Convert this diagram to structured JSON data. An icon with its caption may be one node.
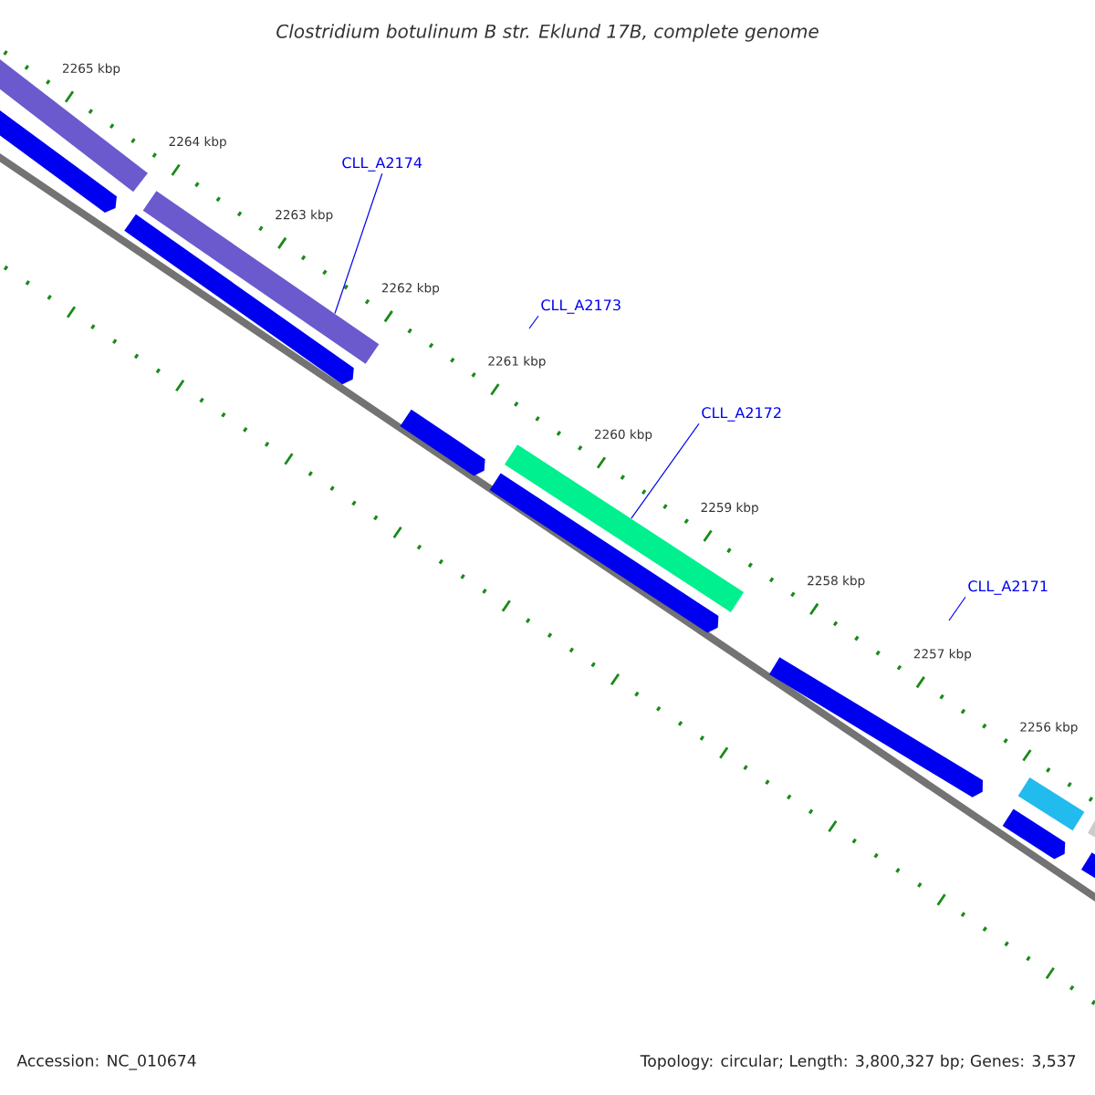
{
  "diagram": {
    "title": "Clostridium botulinum B str. Eklund 17B, complete genome",
    "nodes": [
      {
        "text": [],
        "shape": "bar"
      },
      {
        "text": [],
        "shape": "arrow"
      },
      {
        "text": [
          "CLL_A2174"
        ]
      },
      {
        "text": [],
        "shape": "bar"
      },
      {
        "text": [],
        "shape": "arrow"
      },
      {
        "text": [
          "CLL_A2173"
        ]
      },
      {
        "text": [],
        "shape": "arrow"
      },
      {
        "text": [
          "CLL_A2172"
        ]
      },
      {
        "text": [],
        "shape": "bar"
      },
      {
        "text": [],
        "shape": "arrow"
      },
      {
        "text": [
          "CLL_A2171"
        ]
      },
      {
        "text": [],
        "shape": "arrow"
      },
      {
        "text": [],
        "shape": "bar"
      },
      {
        "text": [],
        "shape": "arrow"
      },
      {
        "text": [],
        "shape": "bar"
      },
      {
        "text": [],
        "shape": "arrow"
      }
    ],
    "edges": [
      {
        "from": 2,
        "to": 3,
        "arrow": "none"
      },
      {
        "from": 5,
        "to": null,
        "arrow": "none"
      },
      {
        "from": 7,
        "to": 8,
        "arrow": "none"
      },
      {
        "from": 10,
        "to": null,
        "arrow": "none"
      }
    ],
    "labels": [
      "2265 kbp",
      "2264 kbp",
      "2263 kbp",
      "2262 kbp",
      "2261 kbp",
      "2260 kbp",
      "2259 kbp",
      "2258 kbp",
      "2257 kbp",
      "2256 kbp",
      "Accession: NC_010674",
      "Topology: circular; Length: 3,800,327 bp; Genes: 3,537"
    ]
  }
}
